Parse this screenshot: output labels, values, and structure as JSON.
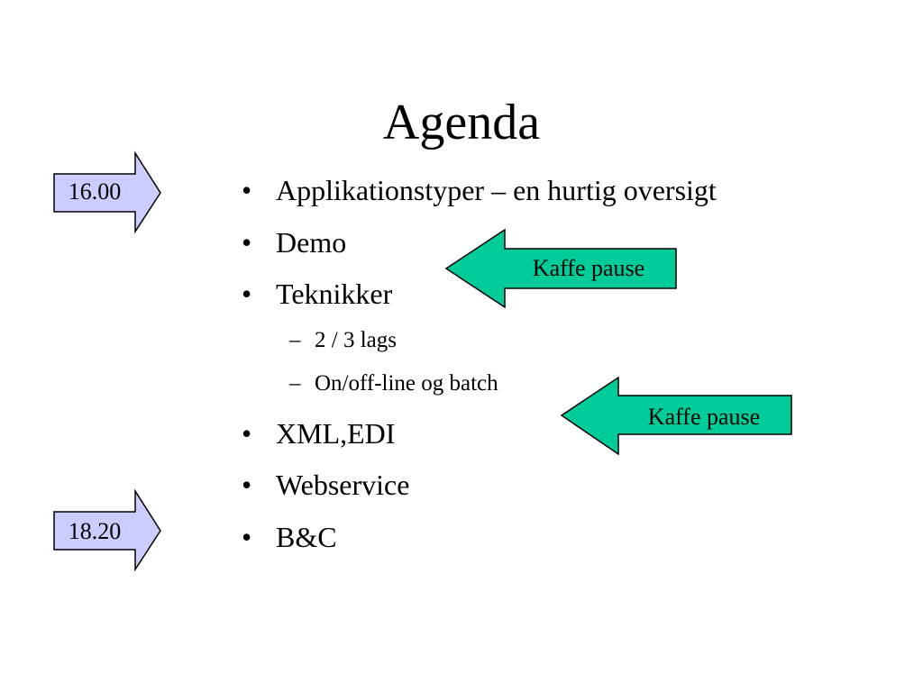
{
  "slide": {
    "title": "Agenda",
    "bullets": [
      {
        "marker": "•",
        "text": "Applikationstyper – en hurtig oversigt"
      },
      {
        "marker": "•",
        "text": "Demo"
      },
      {
        "marker": "•",
        "text": "Teknikker"
      },
      {
        "marker": "–",
        "text": "2 / 3 lags"
      },
      {
        "marker": "–",
        "text": "On/off-line og batch"
      },
      {
        "marker": "•",
        "text": "XML,EDI"
      },
      {
        "marker": "•",
        "text": "Webservice"
      },
      {
        "marker": "•",
        "text": "B&C"
      }
    ],
    "time_markers": {
      "start": "16.00",
      "end": "18.20"
    },
    "breaks": [
      {
        "label": "Kaffe pause"
      },
      {
        "label": "Kaffe pause"
      }
    ]
  },
  "colors": {
    "time_arrow_fill": "#CCCCFF",
    "break_arrow_fill": "#00CC99",
    "outline": "#000000",
    "text": "#000000",
    "background": "#FFFFFF"
  }
}
